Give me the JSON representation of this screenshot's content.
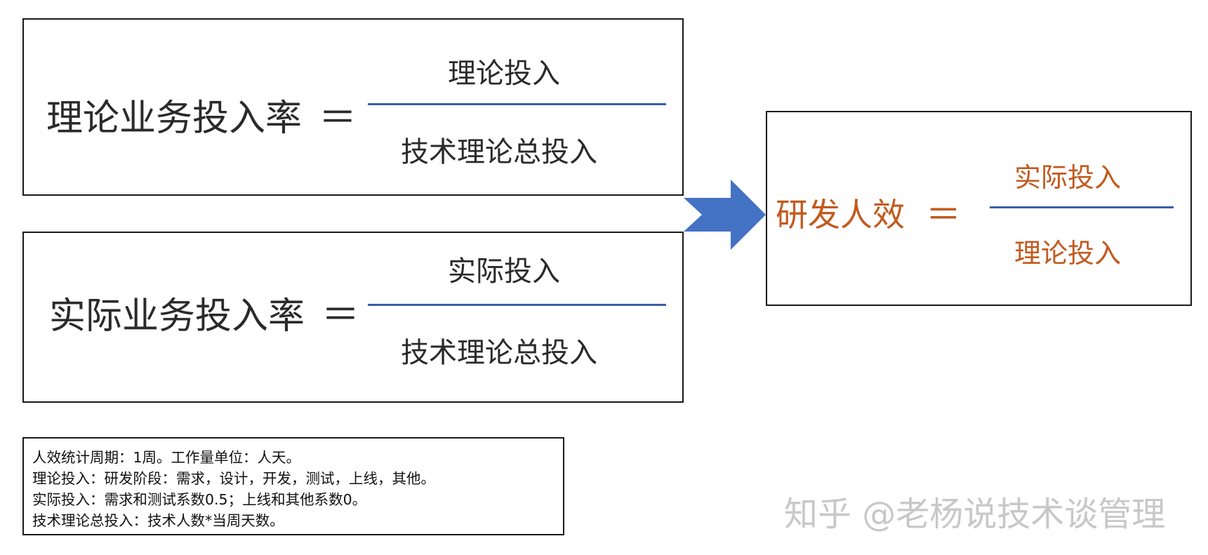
{
  "formula1": {
    "lhs": "理论业务投入率",
    "eq": "＝",
    "numerator": "理论投入",
    "denominator": "技术理论总投入"
  },
  "formula2": {
    "lhs": "实际业务投入率",
    "eq": "＝",
    "numerator": "实际投入",
    "denominator": "技术理论总投入"
  },
  "result": {
    "lhs": "研发人效",
    "eq": "＝",
    "numerator": "实际投入",
    "denominator": "理论投入"
  },
  "notes": [
    "人效统计周期：1周。工作量单位：人天。",
    "理论投入：研发阶段：需求，设计，开发，测试，上线，其他。",
    "实际投入：需求和测试系数0.5；上线和其他系数0。",
    "技术理论总投入：技术人数*当周天数。"
  ],
  "watermark": "知乎 @老杨说技术谈管理",
  "colors": {
    "fraction_line": "#3a5ea8",
    "arrow": "#4472c4",
    "result_text": "#c25a1e"
  }
}
